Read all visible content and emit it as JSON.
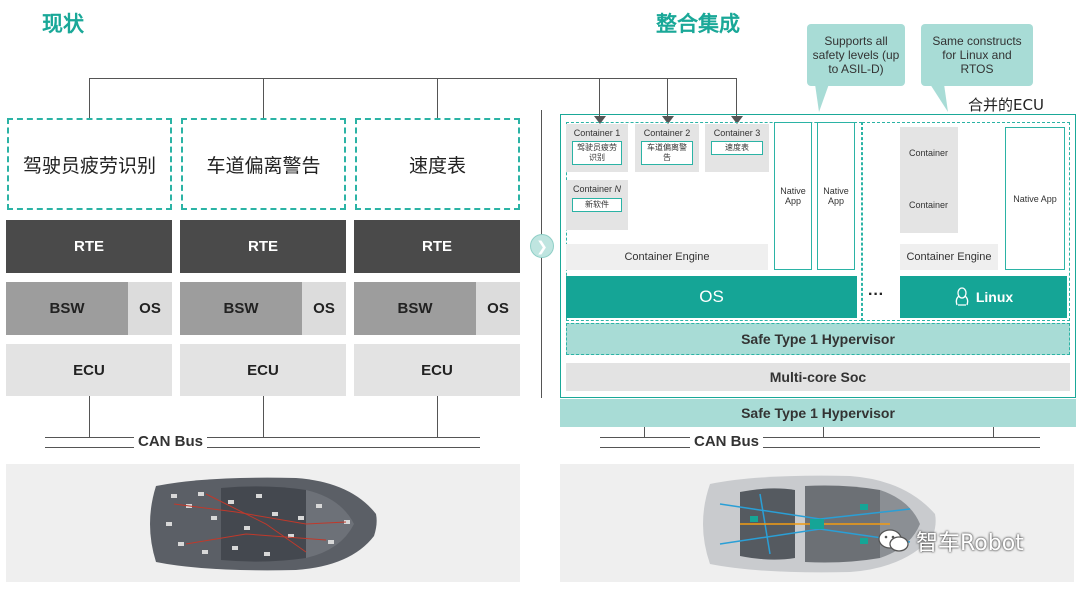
{
  "left": {
    "title": "现状",
    "apps": [
      "驾驶员疲劳识别",
      "车道偏离警告",
      "速度表"
    ],
    "rte_label": "RTE",
    "bsw_label": "BSW",
    "os_label": "OS",
    "ecu_label": "ECU",
    "can_label": "CAN Bus"
  },
  "right": {
    "title": "整合集成",
    "bubble_safety": "Supports all safety levels (up to ASIL-D)",
    "bubble_constructs": "Same constructs for Linux and RTOS",
    "merged_ecu": "合并的ECU",
    "containers": [
      {
        "title": "Container 1",
        "app": "驾驶员疲劳识别"
      },
      {
        "title": "Container 2",
        "app": "车道偏离警告"
      },
      {
        "title": "Container 3",
        "app": "速度表"
      }
    ],
    "container_n": {
      "title_prefix": "Container ",
      "title_n": "N",
      "app": "新软件"
    },
    "native_app_1": "Native App",
    "native_app_2": "Native App",
    "container_engine_1": "Container Engine",
    "os_label": "OS",
    "ellipsis": "···",
    "linux_container_1": "Container",
    "linux_container_2": "Container",
    "linux_native_app": "Native App",
    "container_engine_2": "Container Engine",
    "linux_label": "Linux",
    "hypervisor_inner": "Safe Type 1 Hypervisor",
    "soc_label": "Multi-core Soc",
    "hypervisor_outer": "Safe Type 1 Hypervisor",
    "can_label": "CAN Bus",
    "watermark": "智车Robot"
  },
  "colors": {
    "accent": "#15a596",
    "light_accent": "#a8dcd6",
    "dark": "#4a4a4a"
  }
}
